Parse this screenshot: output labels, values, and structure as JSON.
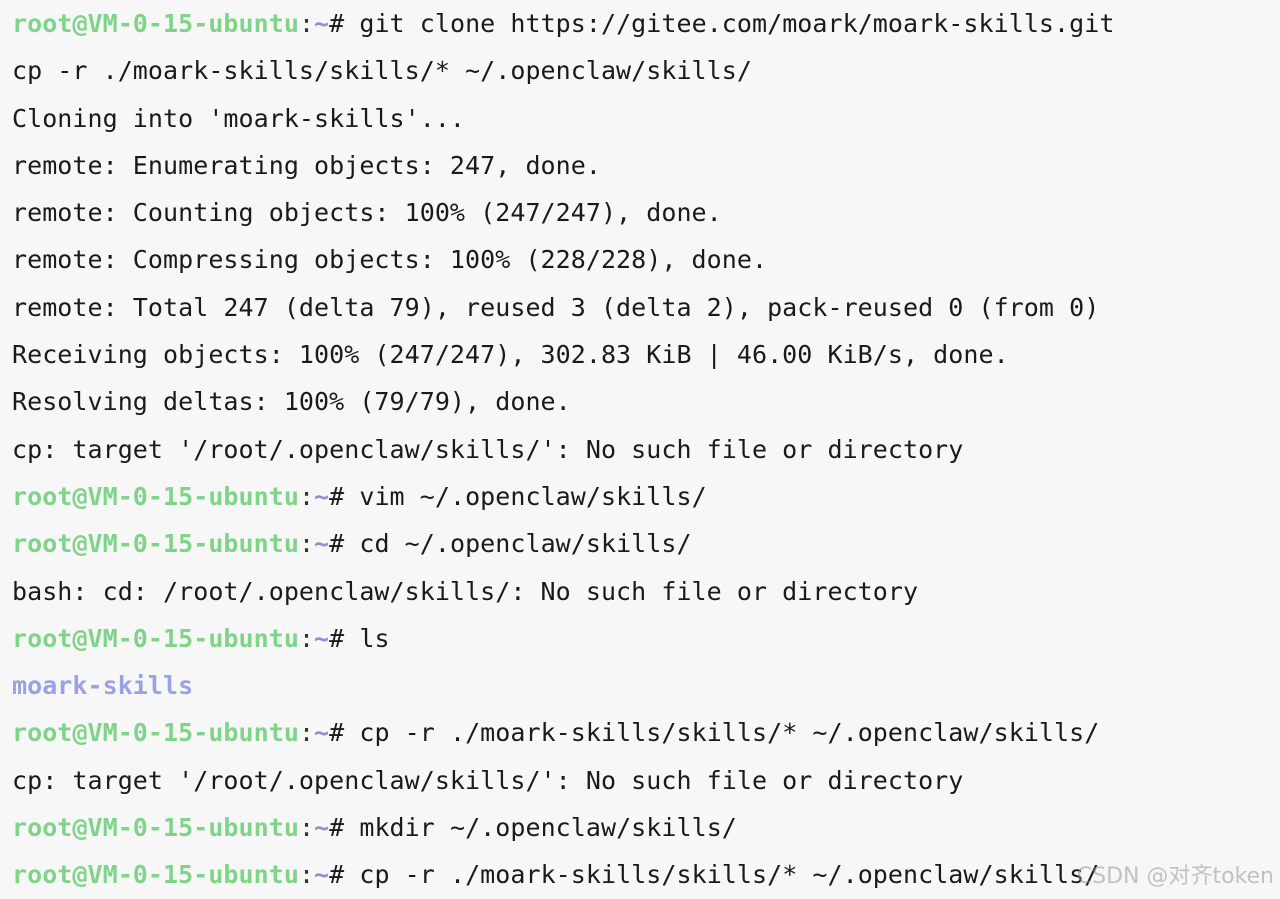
{
  "terminal": {
    "prompt_user": "root@VM-0-15-ubuntu",
    "prompt_colon": ":",
    "prompt_path": "~",
    "prompt_symbol": "# ",
    "lines": [
      {
        "type": "prompt",
        "text": "git clone https://gitee.com/moark/moark-skills.git"
      },
      {
        "type": "output",
        "text": "cp -r ./moark-skills/skills/* ~/.openclaw/skills/"
      },
      {
        "type": "output",
        "text": "Cloning into 'moark-skills'..."
      },
      {
        "type": "output",
        "text": "remote: Enumerating objects: 247, done."
      },
      {
        "type": "output",
        "text": "remote: Counting objects: 100% (247/247), done."
      },
      {
        "type": "output",
        "text": "remote: Compressing objects: 100% (228/228), done."
      },
      {
        "type": "output",
        "text": "remote: Total 247 (delta 79), reused 3 (delta 2), pack-reused 0 (from 0)"
      },
      {
        "type": "output",
        "text": "Receiving objects: 100% (247/247), 302.83 KiB | 46.00 KiB/s, done."
      },
      {
        "type": "output",
        "text": "Resolving deltas: 100% (79/79), done."
      },
      {
        "type": "output",
        "text": "cp: target '/root/.openclaw/skills/': No such file or directory"
      },
      {
        "type": "prompt",
        "text": "vim ~/.openclaw/skills/"
      },
      {
        "type": "prompt",
        "text": "cd ~/.openclaw/skills/"
      },
      {
        "type": "output",
        "text": "bash: cd: /root/.openclaw/skills/: No such file or directory"
      },
      {
        "type": "prompt",
        "text": "ls"
      },
      {
        "type": "dir",
        "text": "moark-skills"
      },
      {
        "type": "prompt",
        "text": "cp -r ./moark-skills/skills/* ~/.openclaw/skills/"
      },
      {
        "type": "output",
        "text": "cp: target '/root/.openclaw/skills/': No such file or directory"
      },
      {
        "type": "prompt",
        "text": "mkdir ~/.openclaw/skills/"
      },
      {
        "type": "prompt",
        "text": "cp -r ./moark-skills/skills/* ~/.openclaw/skills/"
      }
    ]
  },
  "watermark": "CSDN @对齐token"
}
